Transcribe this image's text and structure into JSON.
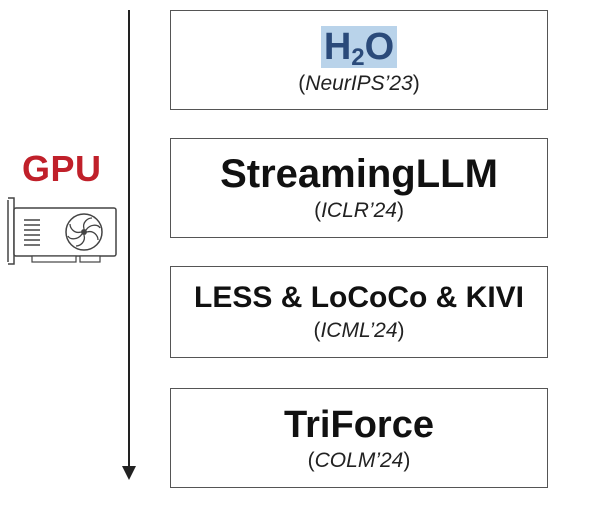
{
  "gpu": {
    "label": "GPU",
    "icon": "gpu-card-icon"
  },
  "timeline": {
    "direction": "down"
  },
  "boxes": [
    {
      "title_main": "H",
      "title_sub": "2",
      "title_end": "O",
      "venue_open": "(",
      "venue": "NeurIPS’23",
      "venue_close": ")",
      "highlight_color": "#b9d3ea"
    },
    {
      "title": "StreamingLLM",
      "venue_open": "(",
      "venue": "ICLR’24",
      "venue_close": ")"
    },
    {
      "title": "LESS & LoCoCo & KIVI",
      "venue_open": "(",
      "venue": "ICML’24",
      "venue_close": ")"
    },
    {
      "title": "TriForce",
      "venue_open": "(",
      "venue": "COLM’24",
      "venue_close": ")"
    }
  ],
  "colors": {
    "gpu_label": "#c0202a",
    "border": "#555555",
    "arrow": "#222222"
  }
}
